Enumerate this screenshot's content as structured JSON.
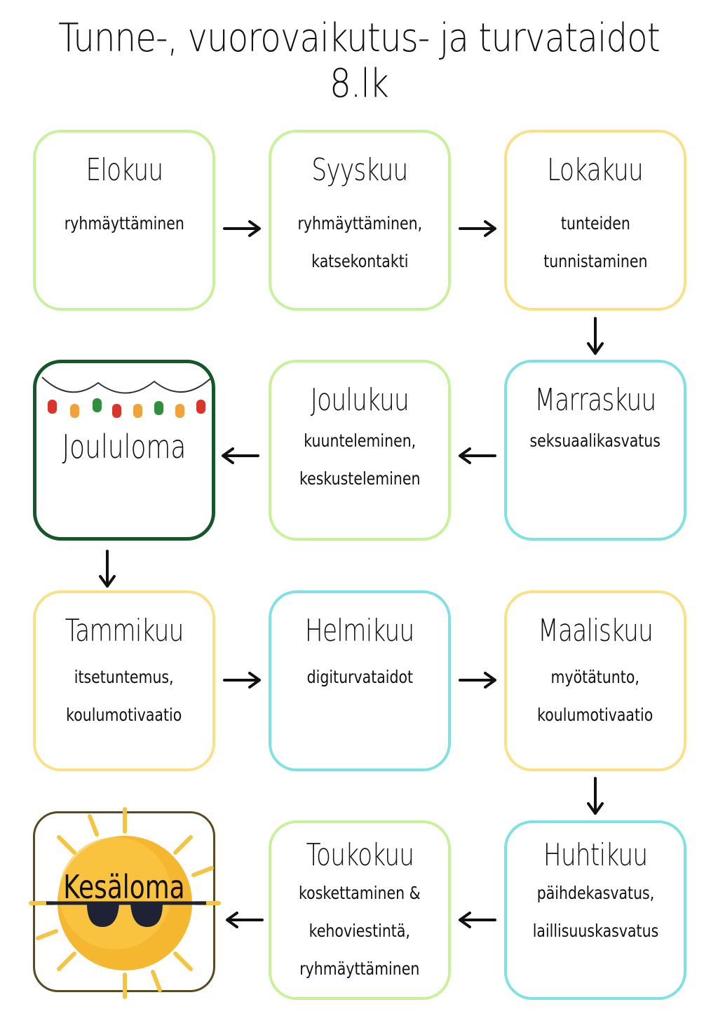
{
  "title": "Tunne-, vuorovaikutus- ja turvataidot 8.lk",
  "cards": [
    {
      "month": "Elokuu",
      "topic": "ryhmäyttäminen"
    },
    {
      "month": "Syyskuu",
      "topic": "ryhmäyttäminen,\nkatsekontakti"
    },
    {
      "month": "Lokakuu",
      "topic": "tunteiden\ntunnistaminen"
    },
    {
      "month": "Marraskuu",
      "topic": "seksuaalikasvatus"
    },
    {
      "month": "Joulukuu",
      "topic": "kuunteleminen,\nkeskusteleminen"
    },
    {
      "month": "Tammikuu",
      "topic": "itsetuntemus,\nkoulumotivaatio"
    },
    {
      "month": "Helmikuu",
      "topic": "digiturvataidot"
    },
    {
      "month": "Maaliskuu",
      "topic": "myötätunto,\nkoulumotivaatio"
    },
    {
      "month": "Huhtikuu",
      "topic": "päihdekasvatus,\nlaillisuuskasvatus"
    },
    {
      "month": "Toukokuu",
      "topic": "koskettaminen &\nkehoviestintä,\nryhmäyttäminen"
    }
  ],
  "holidays": {
    "winter": "Joululoma",
    "summer": "Kesäloma"
  },
  "icons": [
    "string-lights-icon",
    "sun-with-sunglasses-icon",
    "arrow-right-icon",
    "arrow-left-icon",
    "arrow-down-icon"
  ],
  "colors": {
    "green": "#c8f29a",
    "yellow": "#fbe186",
    "cyan": "#7ee1e4",
    "holiday_green": "#16572a",
    "sun": "#f5b730"
  }
}
